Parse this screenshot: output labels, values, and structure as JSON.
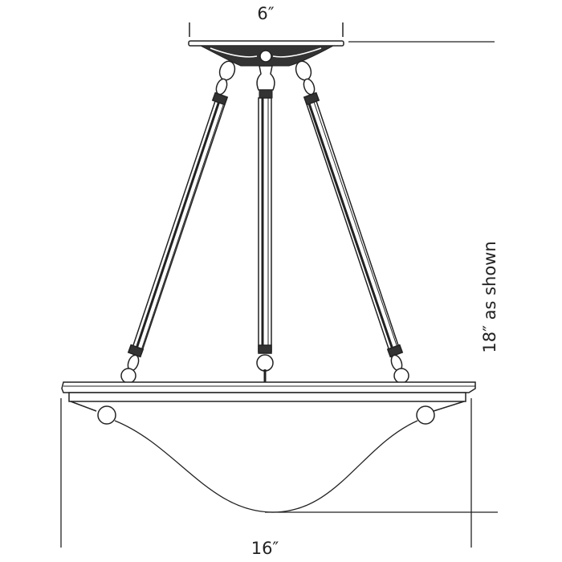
{
  "title": "Pendant light dimension drawing",
  "dimensions": {
    "canopy_width": "6″",
    "fixture_width": "16″",
    "height": "18″ as shown"
  },
  "colors": {
    "line": "#222222",
    "background": "#ffffff"
  }
}
